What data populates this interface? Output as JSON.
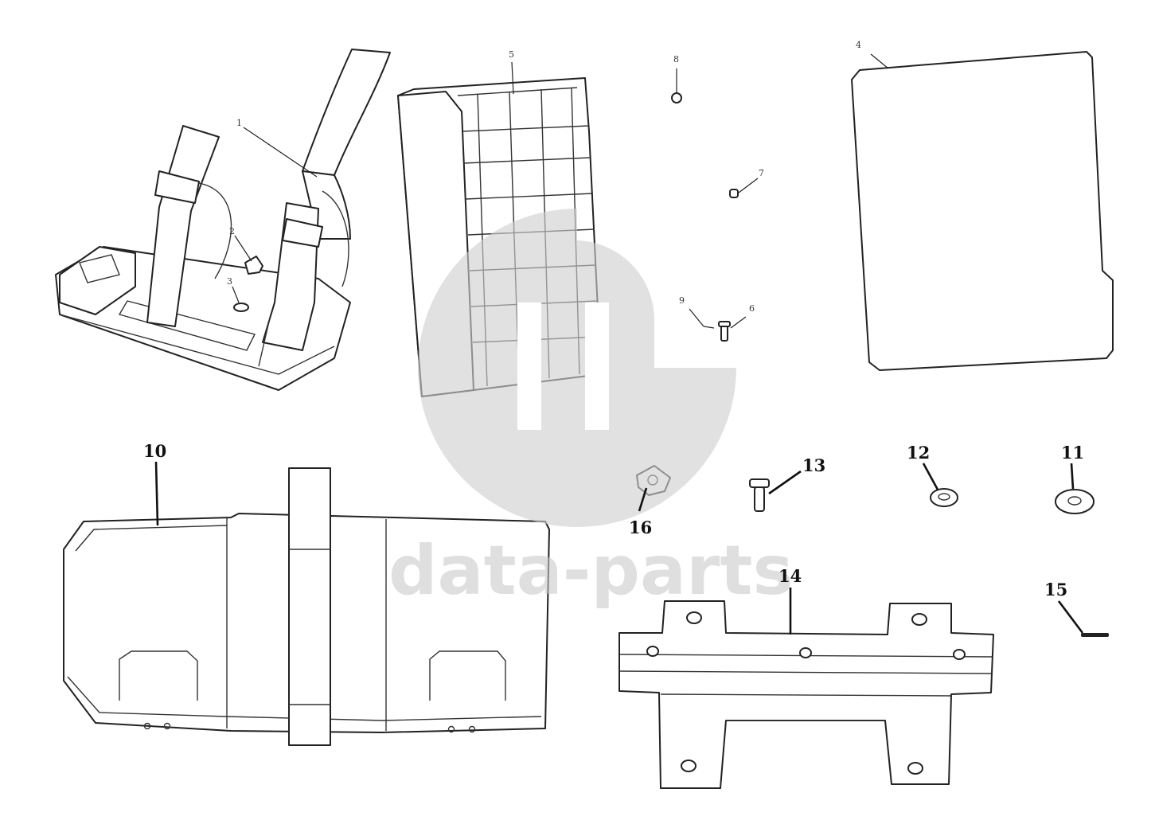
{
  "diagram": {
    "watermark": "data-parts",
    "callouts": [
      {
        "id": "1",
        "label": "1"
      },
      {
        "id": "2",
        "label": "2"
      },
      {
        "id": "3",
        "label": "3"
      },
      {
        "id": "4",
        "label": "4"
      },
      {
        "id": "5",
        "label": "5"
      },
      {
        "id": "6",
        "label": "6"
      },
      {
        "id": "7",
        "label": "7"
      },
      {
        "id": "8",
        "label": "8"
      },
      {
        "id": "9",
        "label": "9"
      },
      {
        "id": "10",
        "label": "10"
      },
      {
        "id": "11",
        "label": "11"
      },
      {
        "id": "12",
        "label": "12"
      },
      {
        "id": "13",
        "label": "13"
      },
      {
        "id": "14",
        "label": "14"
      },
      {
        "id": "15",
        "label": "15"
      },
      {
        "id": "16",
        "label": "16"
      }
    ]
  }
}
